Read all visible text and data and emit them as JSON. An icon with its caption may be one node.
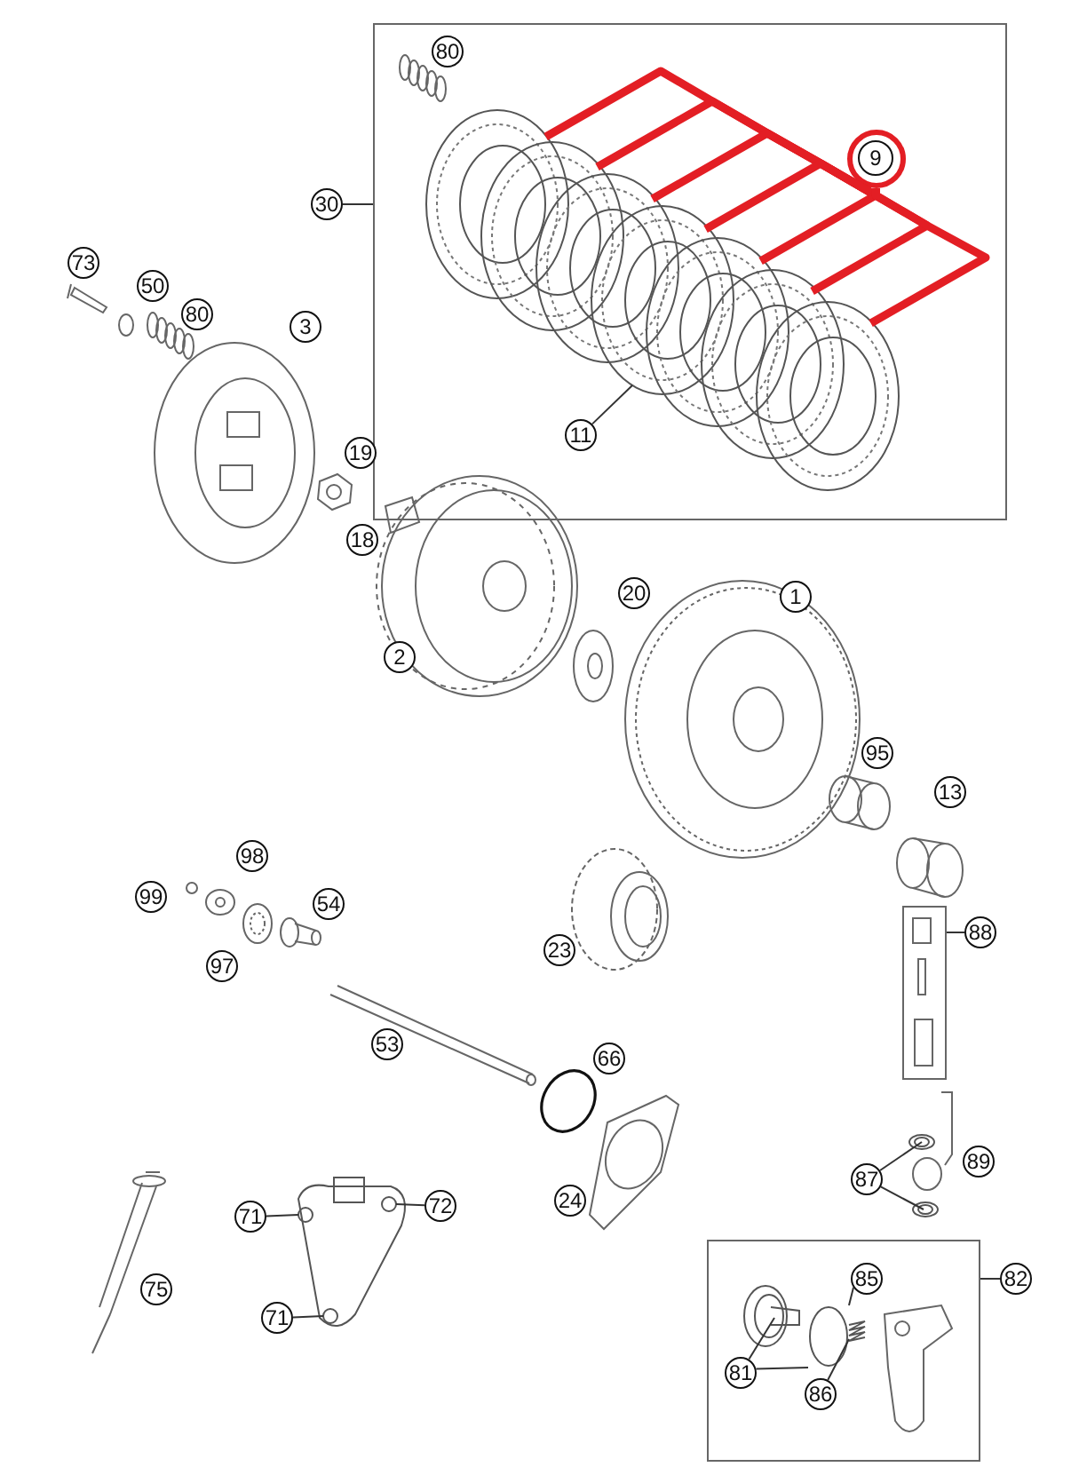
{
  "diagram": {
    "nodes": [
      {
        "text": [],
        "shape": "box"
      },
      {
        "text": [
          "30"
        ]
      },
      {
        "text": [
          "9"
        ],
        "in": 0
      },
      {
        "text": [],
        "shape": "picture",
        "in": 0
      },
      {
        "text": [],
        "shape": "picture",
        "in": 0
      },
      {
        "text": [],
        "shape": "picture",
        "in": 0
      },
      {
        "text": [],
        "shape": "picture",
        "in": 0
      },
      {
        "text": [],
        "shape": "picture",
        "in": 0
      },
      {
        "text": [],
        "shape": "picture",
        "in": 0
      },
      {
        "text": [],
        "shape": "picture",
        "in": 0
      },
      {
        "text": [
          "11"
        ],
        "in": 0
      },
      {
        "text": [],
        "shape": "box"
      },
      {
        "text": [
          "88"
        ]
      },
      {
        "text": [
          "87"
        ]
      },
      {
        "text": [],
        "shape": "picture"
      },
      {
        "text": [],
        "shape": "picture"
      },
      {
        "text": [],
        "shape": "box"
      },
      {
        "text": [
          "82"
        ]
      },
      {
        "text": [
          "81"
        ],
        "in": 16
      },
      {
        "text": [],
        "shape": "picture",
        "in": 16
      },
      {
        "text": [],
        "shape": "circle",
        "in": 16
      },
      {
        "text": [
          "85"
        ],
        "in": 16
      },
      {
        "text": [
          "86"
        ],
        "in": 16
      },
      {
        "text": [],
        "shape": "picture",
        "in": 16
      },
      {
        "text": [
          "71"
        ]
      },
      {
        "text": [
          "72"
        ]
      },
      {
        "text": [
          "71"
        ]
      },
      {
        "text": [],
        "shape": "picture"
      },
      {
        "text": [
          "80"
        ],
        "in": 0
      },
      {
        "text": [
          "73"
        ]
      },
      {
        "text": [
          "50"
        ]
      },
      {
        "text": [
          "80"
        ]
      },
      {
        "text": [
          "3"
        ]
      },
      {
        "text": [
          "19"
        ]
      },
      {
        "text": [
          "18"
        ]
      },
      {
        "text": [
          "20"
        ]
      },
      {
        "text": [
          "1"
        ]
      },
      {
        "text": [
          "2"
        ]
      },
      {
        "text": [
          "95"
        ]
      },
      {
        "text": [
          "13"
        ]
      },
      {
        "text": [
          "98"
        ]
      },
      {
        "text": [
          "99"
        ]
      },
      {
        "text": [
          "54"
        ]
      },
      {
        "text": [
          "97"
        ]
      },
      {
        "text": [
          "23"
        ]
      },
      {
        "text": [
          "53"
        ]
      },
      {
        "text": [
          "66"
        ]
      },
      {
        "text": [
          "24"
        ]
      },
      {
        "text": [
          "89"
        ]
      },
      {
        "text": [
          "75"
        ]
      }
    ],
    "edges": [
      {
        "from": 1,
        "to": 0,
        "arrow": "none"
      },
      {
        "from": 2,
        "to": 3,
        "arrow": "none",
        "style": "thick",
        "color": "#e31e24"
      },
      {
        "from": 2,
        "to": 4,
        "arrow": "none",
        "style": "thick",
        "color": "#e31e24"
      },
      {
        "from": 2,
        "to": 5,
        "arrow": "none",
        "style": "thick",
        "color": "#e31e24"
      },
      {
        "from": 2,
        "to": 6,
        "arrow": "none",
        "style": "thick",
        "color": "#e31e24"
      },
      {
        "from": 2,
        "to": 7,
        "arrow": "none",
        "style": "thick",
        "color": "#e31e24"
      },
      {
        "from": 2,
        "to": 8,
        "arrow": "none",
        "style": "thick",
        "color": "#e31e24"
      },
      {
        "from": 2,
        "to": 9,
        "arrow": "none",
        "style": "thick",
        "color": "#e31e24"
      },
      {
        "from": 10,
        "to": 6,
        "arrow": "none"
      },
      {
        "from": 12,
        "to": 11,
        "arrow": "none"
      },
      {
        "from": 13,
        "to": 14,
        "arrow": "none"
      },
      {
        "from": 13,
        "to": 15,
        "arrow": "none"
      },
      {
        "from": 17,
        "to": 16,
        "arrow": "none"
      },
      {
        "from": 18,
        "to": 19,
        "arrow": "none"
      },
      {
        "from": 18,
        "to": 20,
        "arrow": "none"
      },
      {
        "from": 21,
        "to": 20,
        "arrow": "none"
      },
      {
        "from": 22,
        "to": 23,
        "arrow": "none"
      },
      {
        "from": 24,
        "to": 27,
        "arrow": "none"
      },
      {
        "from": 26,
        "to": 27,
        "arrow": "none"
      },
      {
        "from": 25,
        "to": 27,
        "arrow": "none"
      }
    ]
  }
}
